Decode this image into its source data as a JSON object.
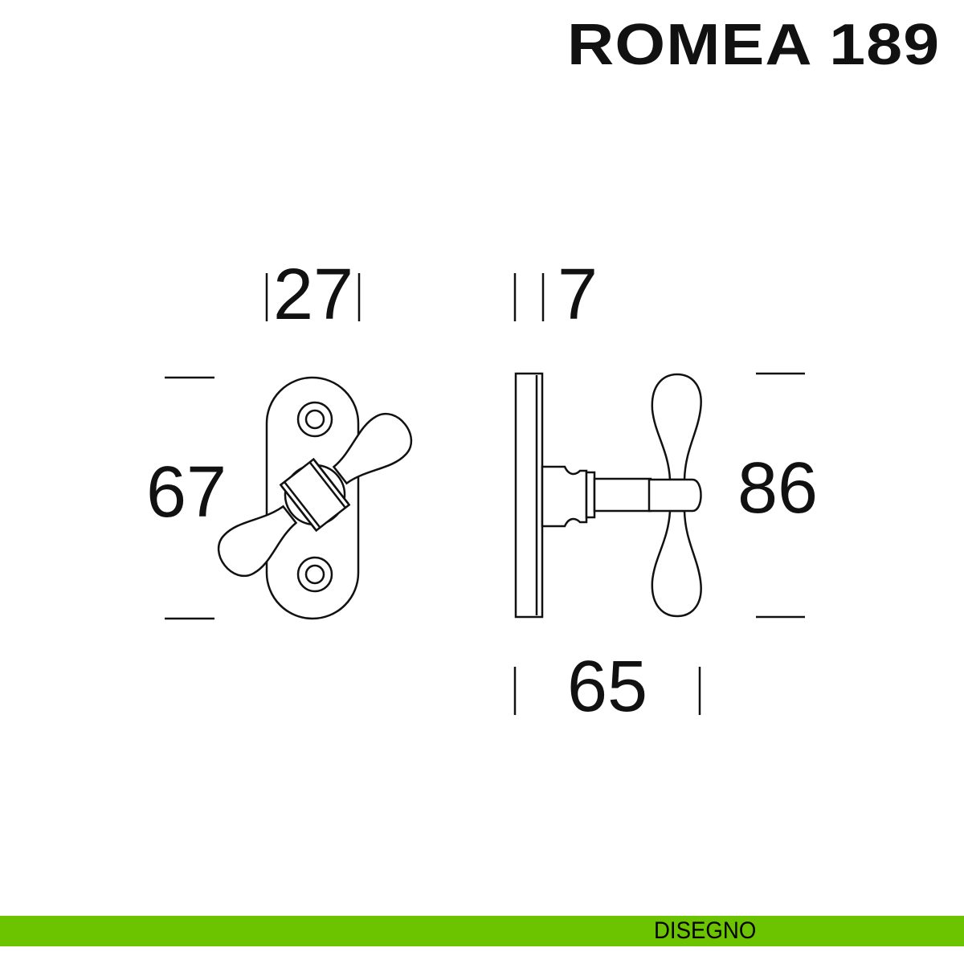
{
  "header": {
    "title": "ROMEA 189"
  },
  "dimensions": {
    "plate_width": "27",
    "plate_thickness": "7",
    "plate_height": "67",
    "handle_height": "86",
    "projection": "65"
  },
  "footer": {
    "label": "DISEGNO",
    "color": "#6cc400"
  }
}
